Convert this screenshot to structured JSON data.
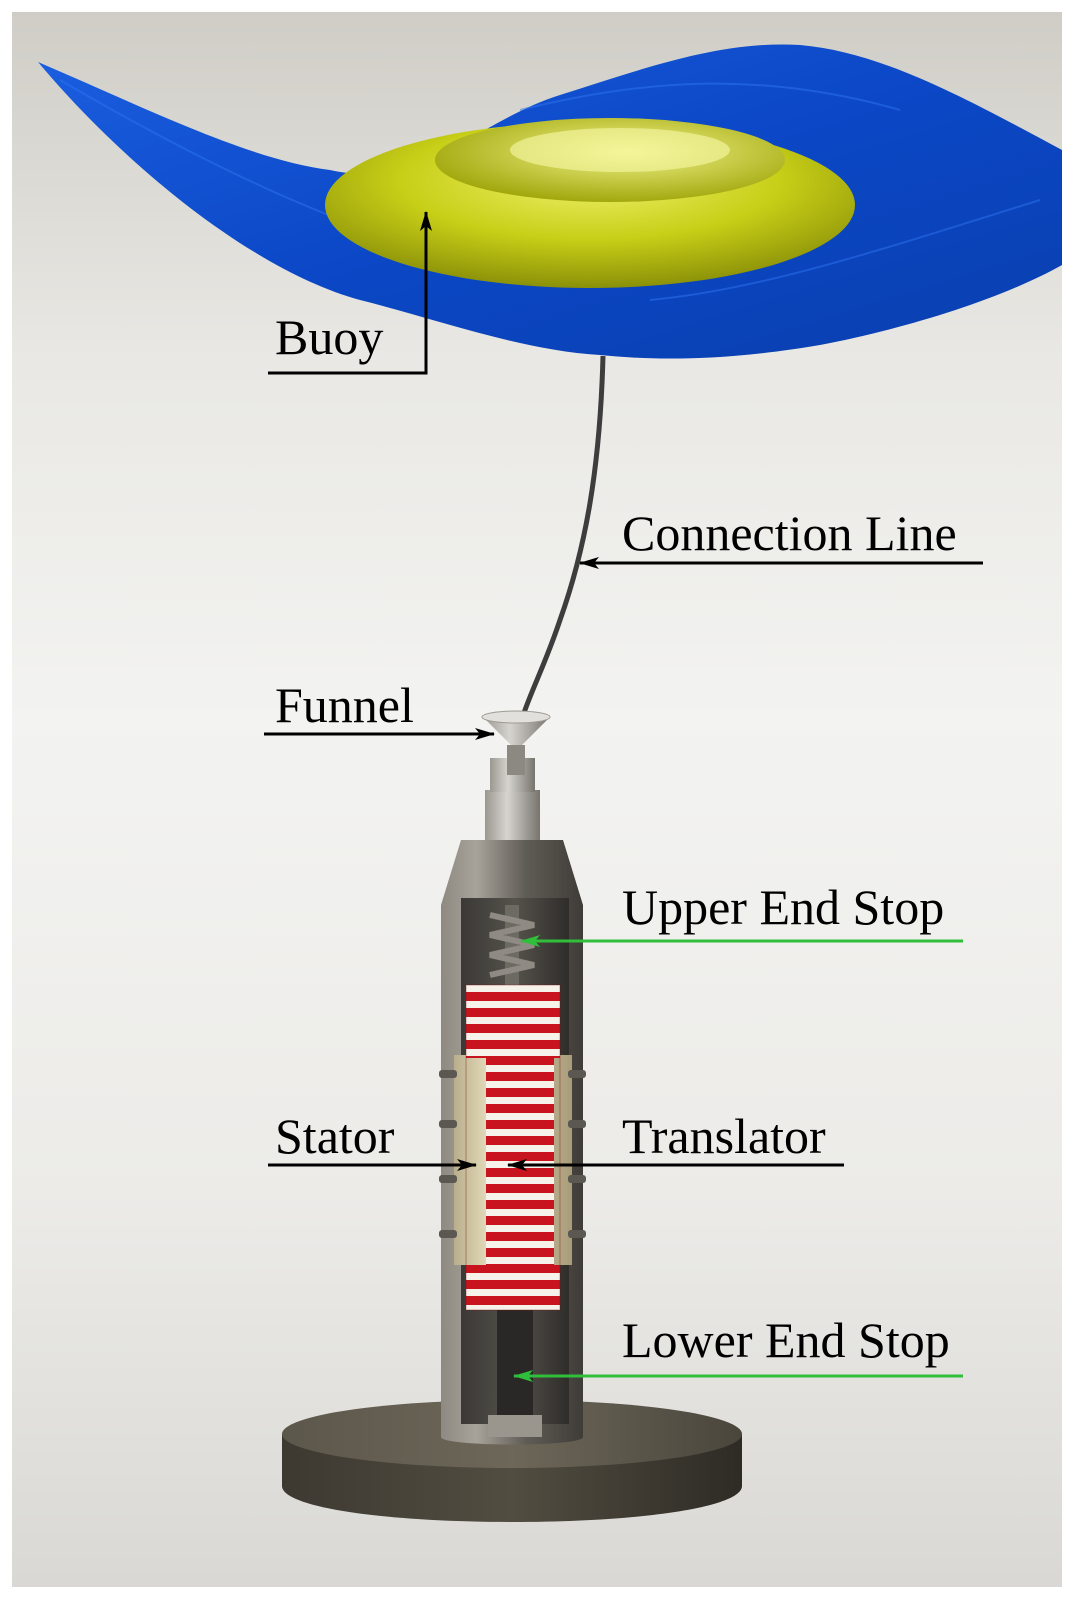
{
  "labels": {
    "buoy": "Buoy",
    "connection_line": "Connection Line",
    "funnel": "Funnel",
    "upper_end_stop": "Upper End Stop",
    "stator": "Stator",
    "translator": "Translator",
    "lower_end_stop": "Lower End Stop"
  },
  "colors": {
    "water": "#0a4fd6",
    "buoy": "#c9d11a",
    "translator_stripe": "#c8141e",
    "stator": "#d8cdaa",
    "housing": "#6e6a63",
    "foundation": "#4f4a40",
    "black_leader": "#000000",
    "green_leader": "#2fbf3a"
  }
}
